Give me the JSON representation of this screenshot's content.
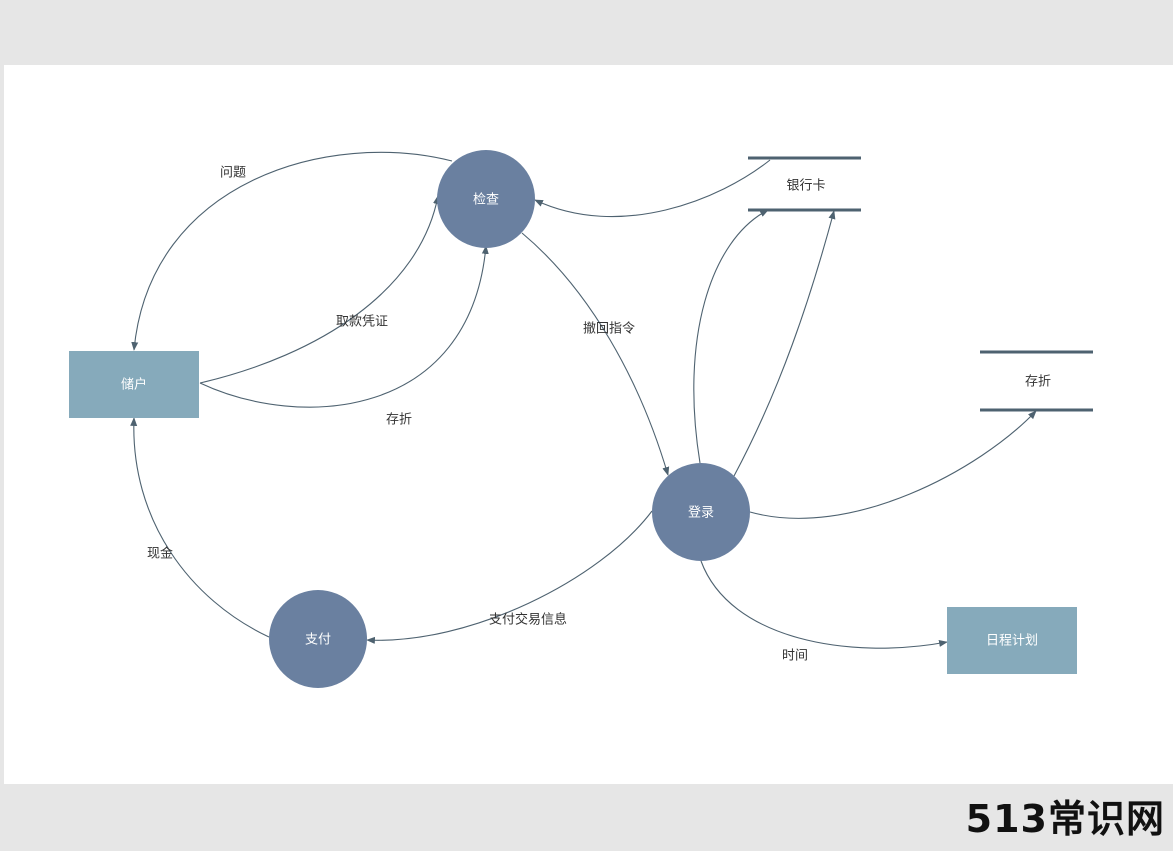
{
  "diagram": {
    "processes": {
      "check": "检查",
      "login": "登录",
      "pay": "支付"
    },
    "entities": {
      "depositor": "储户",
      "schedule": "日程计划"
    },
    "stores": {
      "bank_card": "银行卡",
      "passbook": "存折"
    },
    "edges": {
      "question": "问题",
      "withdraw_voucher": "取款凭证",
      "passbook": "存折",
      "revoke_instruction": "撤回指令",
      "cash": "现金",
      "payment_info": "支付交易信息",
      "time": "时间"
    }
  },
  "colors": {
    "process": "#6a80a0",
    "entity": "#86aabb",
    "edge": "#4e6270"
  },
  "watermark": "513常识网"
}
